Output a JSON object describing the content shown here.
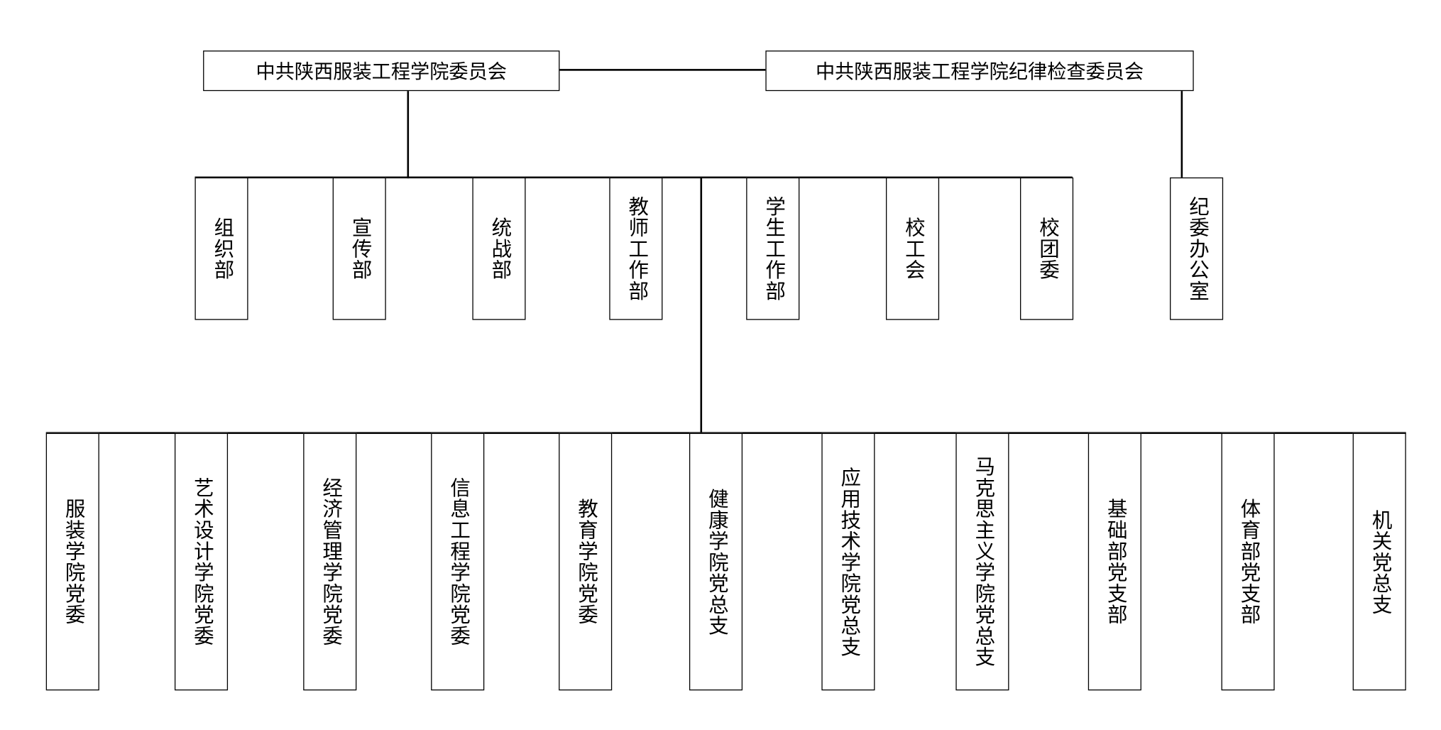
{
  "top": {
    "party_committee": "中共陕西服装工程学院委员会",
    "discipline_committee": "中共陕西服装工程学院纪律检查委员会"
  },
  "departments": [
    "组织部",
    "宣传部",
    "统战部",
    "教师工作部",
    "学生工作部",
    "校工会",
    "校团委"
  ],
  "discipline_office": "纪委办公室",
  "branches": [
    "服装学院党委",
    "艺术设计学院党委",
    "经济管理学院党委",
    "信息工程学院党委",
    "教育学院党委",
    "健康学院党总支",
    "应用技术学院党总支",
    "马克思主义学院党总支",
    "基础部党支部",
    "体育部党支部",
    "机关党总支"
  ]
}
